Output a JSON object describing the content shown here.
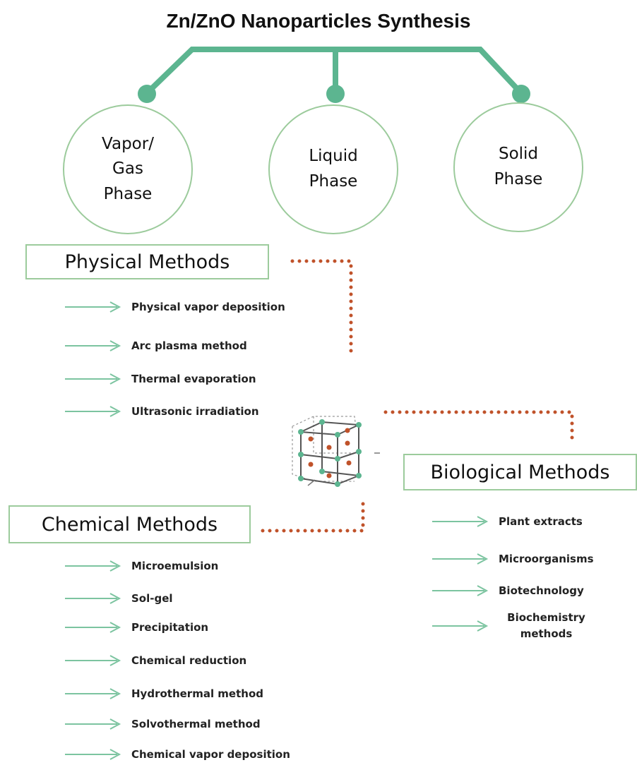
{
  "title": "Zn/ZnO Nanoparticles Synthesis",
  "colors": {
    "connector": "#5cb590",
    "circle_border": "#9ccb9c",
    "dotted": "#c0522a",
    "arrow": "#7cc4a0"
  },
  "phases": [
    {
      "label": "Vapor/ Gas Phase"
    },
    {
      "label": "Liquid Phase"
    },
    {
      "label": "Solid Phase"
    }
  ],
  "physical": {
    "heading": "Physical Methods",
    "items": [
      "Physical vapor deposition",
      "Arc plasma method",
      "Thermal evaporation",
      "Ultrasonic irradiation"
    ]
  },
  "biological": {
    "heading": "Biological Methods",
    "items": [
      "Plant extracts",
      "Microorganisms",
      "Biotechnology",
      "Biochemistry methods"
    ]
  },
  "chemical": {
    "heading": "Chemical Methods",
    "items": [
      "Microemulsion",
      "Sol-gel",
      "Precipitation",
      "Chemical reduction",
      "Hydrothermal method",
      "Solvothermal method",
      "Chemical vapor deposition"
    ]
  },
  "icons": {
    "center": "crystal-lattice-icon",
    "arrows": "right-arrow-icon"
  }
}
